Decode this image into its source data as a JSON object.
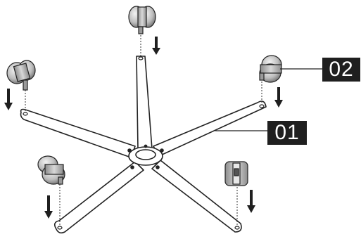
{
  "diagram": {
    "callouts": [
      {
        "id": "01",
        "text": "01"
      },
      {
        "id": "02",
        "text": "02"
      }
    ]
  },
  "colors": {
    "line": "#222222",
    "wheel_light": "#e6e6e6",
    "wheel_mid": "#bdbdbd",
    "wheel_dark": "#7a7a7a",
    "tag_bg": "#1f1f1f",
    "tag_text": "#ffffff"
  }
}
